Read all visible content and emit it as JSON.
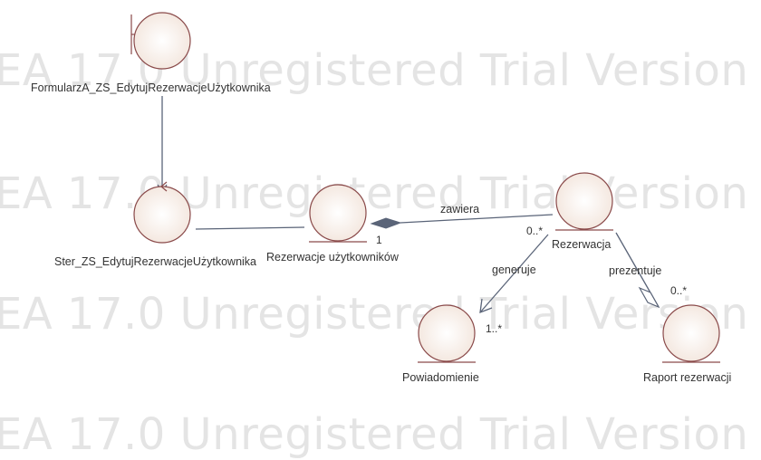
{
  "watermark": {
    "text": "EA 17.0 Unregistered Trial Version EA 17.0 Unregistered Trial Version"
  },
  "elements": {
    "form": {
      "name": "FormularzA_ZS_EdytujRezerwacjeUżytkownika",
      "stereotype": "boundary"
    },
    "controller": {
      "name": "Ster_ZS_EdytujRezerwacjeUżytkownika",
      "stereotype": "control"
    },
    "user_reservations": {
      "name": "Rezerwacje użytkowników",
      "stereotype": "entity"
    },
    "reservation": {
      "name": "Rezerwacja",
      "stereotype": "entity"
    },
    "notification": {
      "name": "Powiadomienie",
      "stereotype": "entity"
    },
    "report": {
      "name": "Raport rezerwacji",
      "stereotype": "entity"
    }
  },
  "connectors": {
    "contains": {
      "label": "zawiera",
      "source_mult": "1",
      "target_mult": "0..*",
      "kind": "composition"
    },
    "generates": {
      "label": "generuje",
      "target_mult": "1..*",
      "kind": "directed-association"
    },
    "presents": {
      "label": "prezentuje",
      "target_mult": "0..*",
      "kind": "aggregation"
    }
  },
  "colors": {
    "node_fill": "#fbf4ef",
    "node_stroke": "#8a4a4a",
    "line": "#5a6478",
    "watermark": "#e4e4e4"
  }
}
